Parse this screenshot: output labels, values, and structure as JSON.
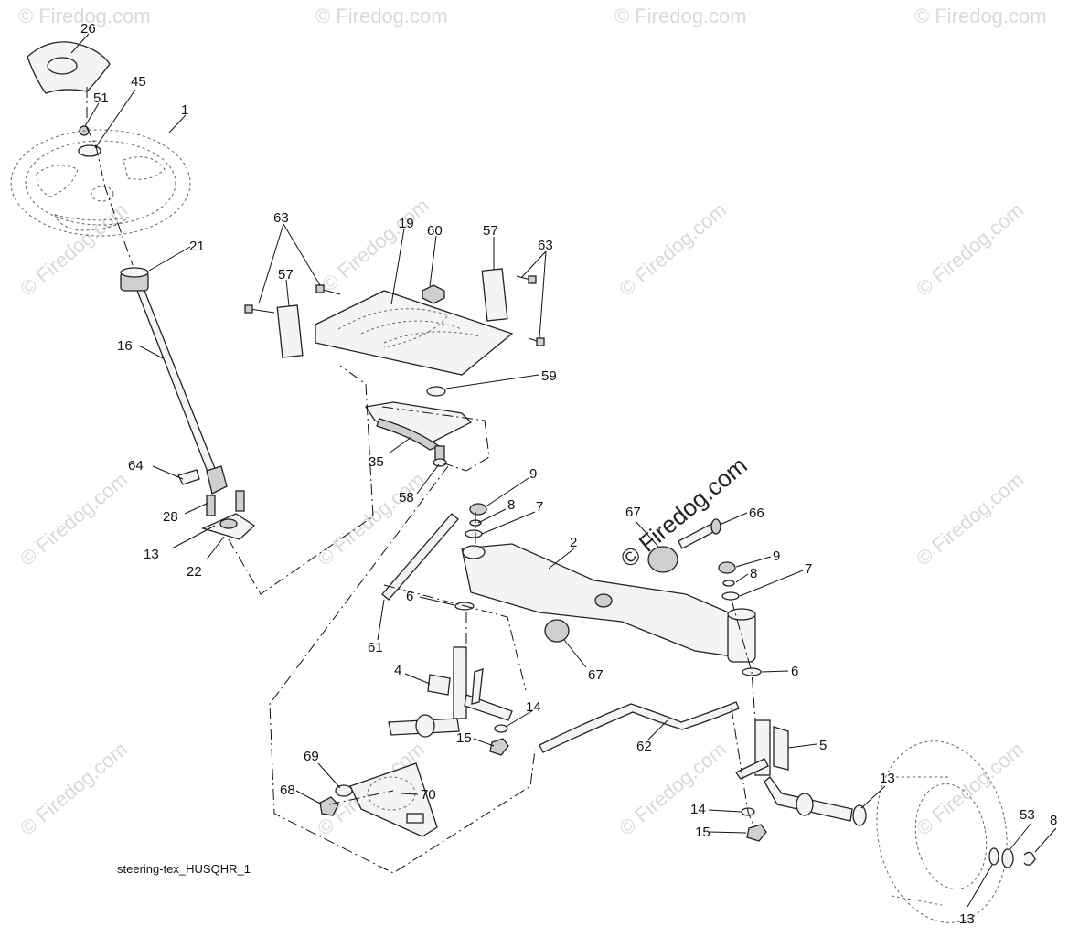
{
  "diagram": {
    "caption": "steering-tex_HUSQHR_1",
    "watermark": "© Firedog.com",
    "callouts": {
      "c26": "26",
      "c45": "45",
      "c51": "51",
      "c1": "1",
      "c21": "21",
      "c16": "16",
      "c64": "64",
      "c28": "28",
      "c13a": "13",
      "c22": "22",
      "c63a": "63",
      "c19": "19",
      "c60": "60",
      "c57a": "57",
      "c63b": "63",
      "c57b": "57",
      "c59": "59",
      "c35": "35",
      "c58": "58",
      "c9a": "9",
      "c8a": "8",
      "c7a": "7",
      "c2": "2",
      "c67a": "67",
      "c66": "66",
      "c9b": "9",
      "c8b": "8",
      "c7b": "7",
      "c6a": "6",
      "c61": "61",
      "c67b": "67",
      "c6b": "6",
      "c4": "4",
      "c14a": "14",
      "c15a": "15",
      "c62": "62",
      "c5": "5",
      "c69": "69",
      "c68": "68",
      "c70": "70",
      "c13b": "13",
      "c14b": "14",
      "c15b": "15",
      "c53": "53",
      "c8c": "8",
      "c13c": "13"
    }
  }
}
